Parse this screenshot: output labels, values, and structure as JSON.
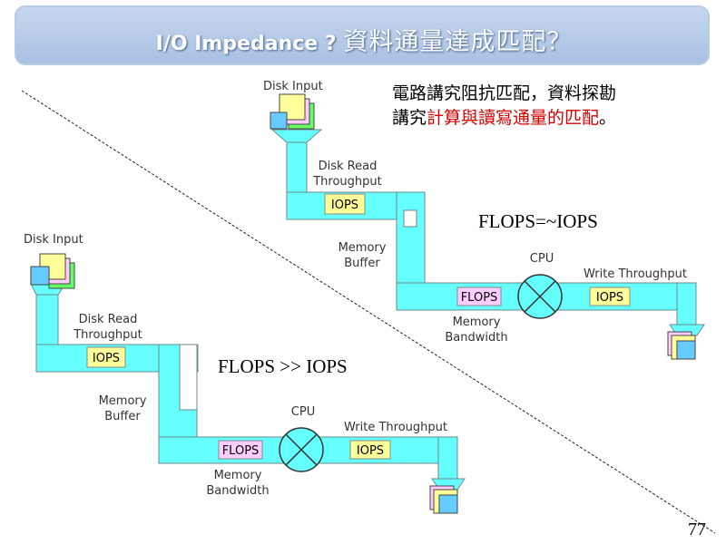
{
  "slide": {
    "title_latin": "I/O Impedance ?",
    "title_cjk": "資料通量達成匹配？",
    "page_number": "77"
  },
  "note": {
    "line1": "電路講究阻抗匹配，資料探勘",
    "line2_prefix": "講究",
    "line2_highlight": "計算與讀寫通量的匹配",
    "line2_suffix": "。"
  },
  "balanced": {
    "caption": "FLOPS=~IOPS",
    "disk_input": "Disk Input",
    "disk_read_line1": "Disk Read",
    "disk_read_line2": "Throughput",
    "iops_in": "IOPS",
    "memory_buffer_line1": "Memory",
    "memory_buffer_line2": "Buffer",
    "cpu": "CPU",
    "flops": "FLOPS",
    "memory_bw_line1": "Memory",
    "memory_bw_line2": "Bandwidth",
    "write_throughput": "Write Throughput",
    "iops_out": "IOPS"
  },
  "unbalanced": {
    "caption": "FLOPS >> IOPS",
    "disk_input": "Disk Input",
    "disk_read_line1": "Disk Read",
    "disk_read_line2": "Throughput",
    "iops_in": "IOPS",
    "memory_buffer_line1": "Memory",
    "memory_buffer_line2": "Buffer",
    "cpu": "CPU",
    "flops": "FLOPS",
    "memory_bw_line1": "Memory",
    "memory_bw_line2": "Bandwidth",
    "write_throughput": "Write Throughput",
    "iops_out": "IOPS"
  },
  "colors": {
    "pipe": "#66ffff",
    "label_box": "#ffff99",
    "flops_box": "#ffccff",
    "highlight_text": "#d40000"
  }
}
